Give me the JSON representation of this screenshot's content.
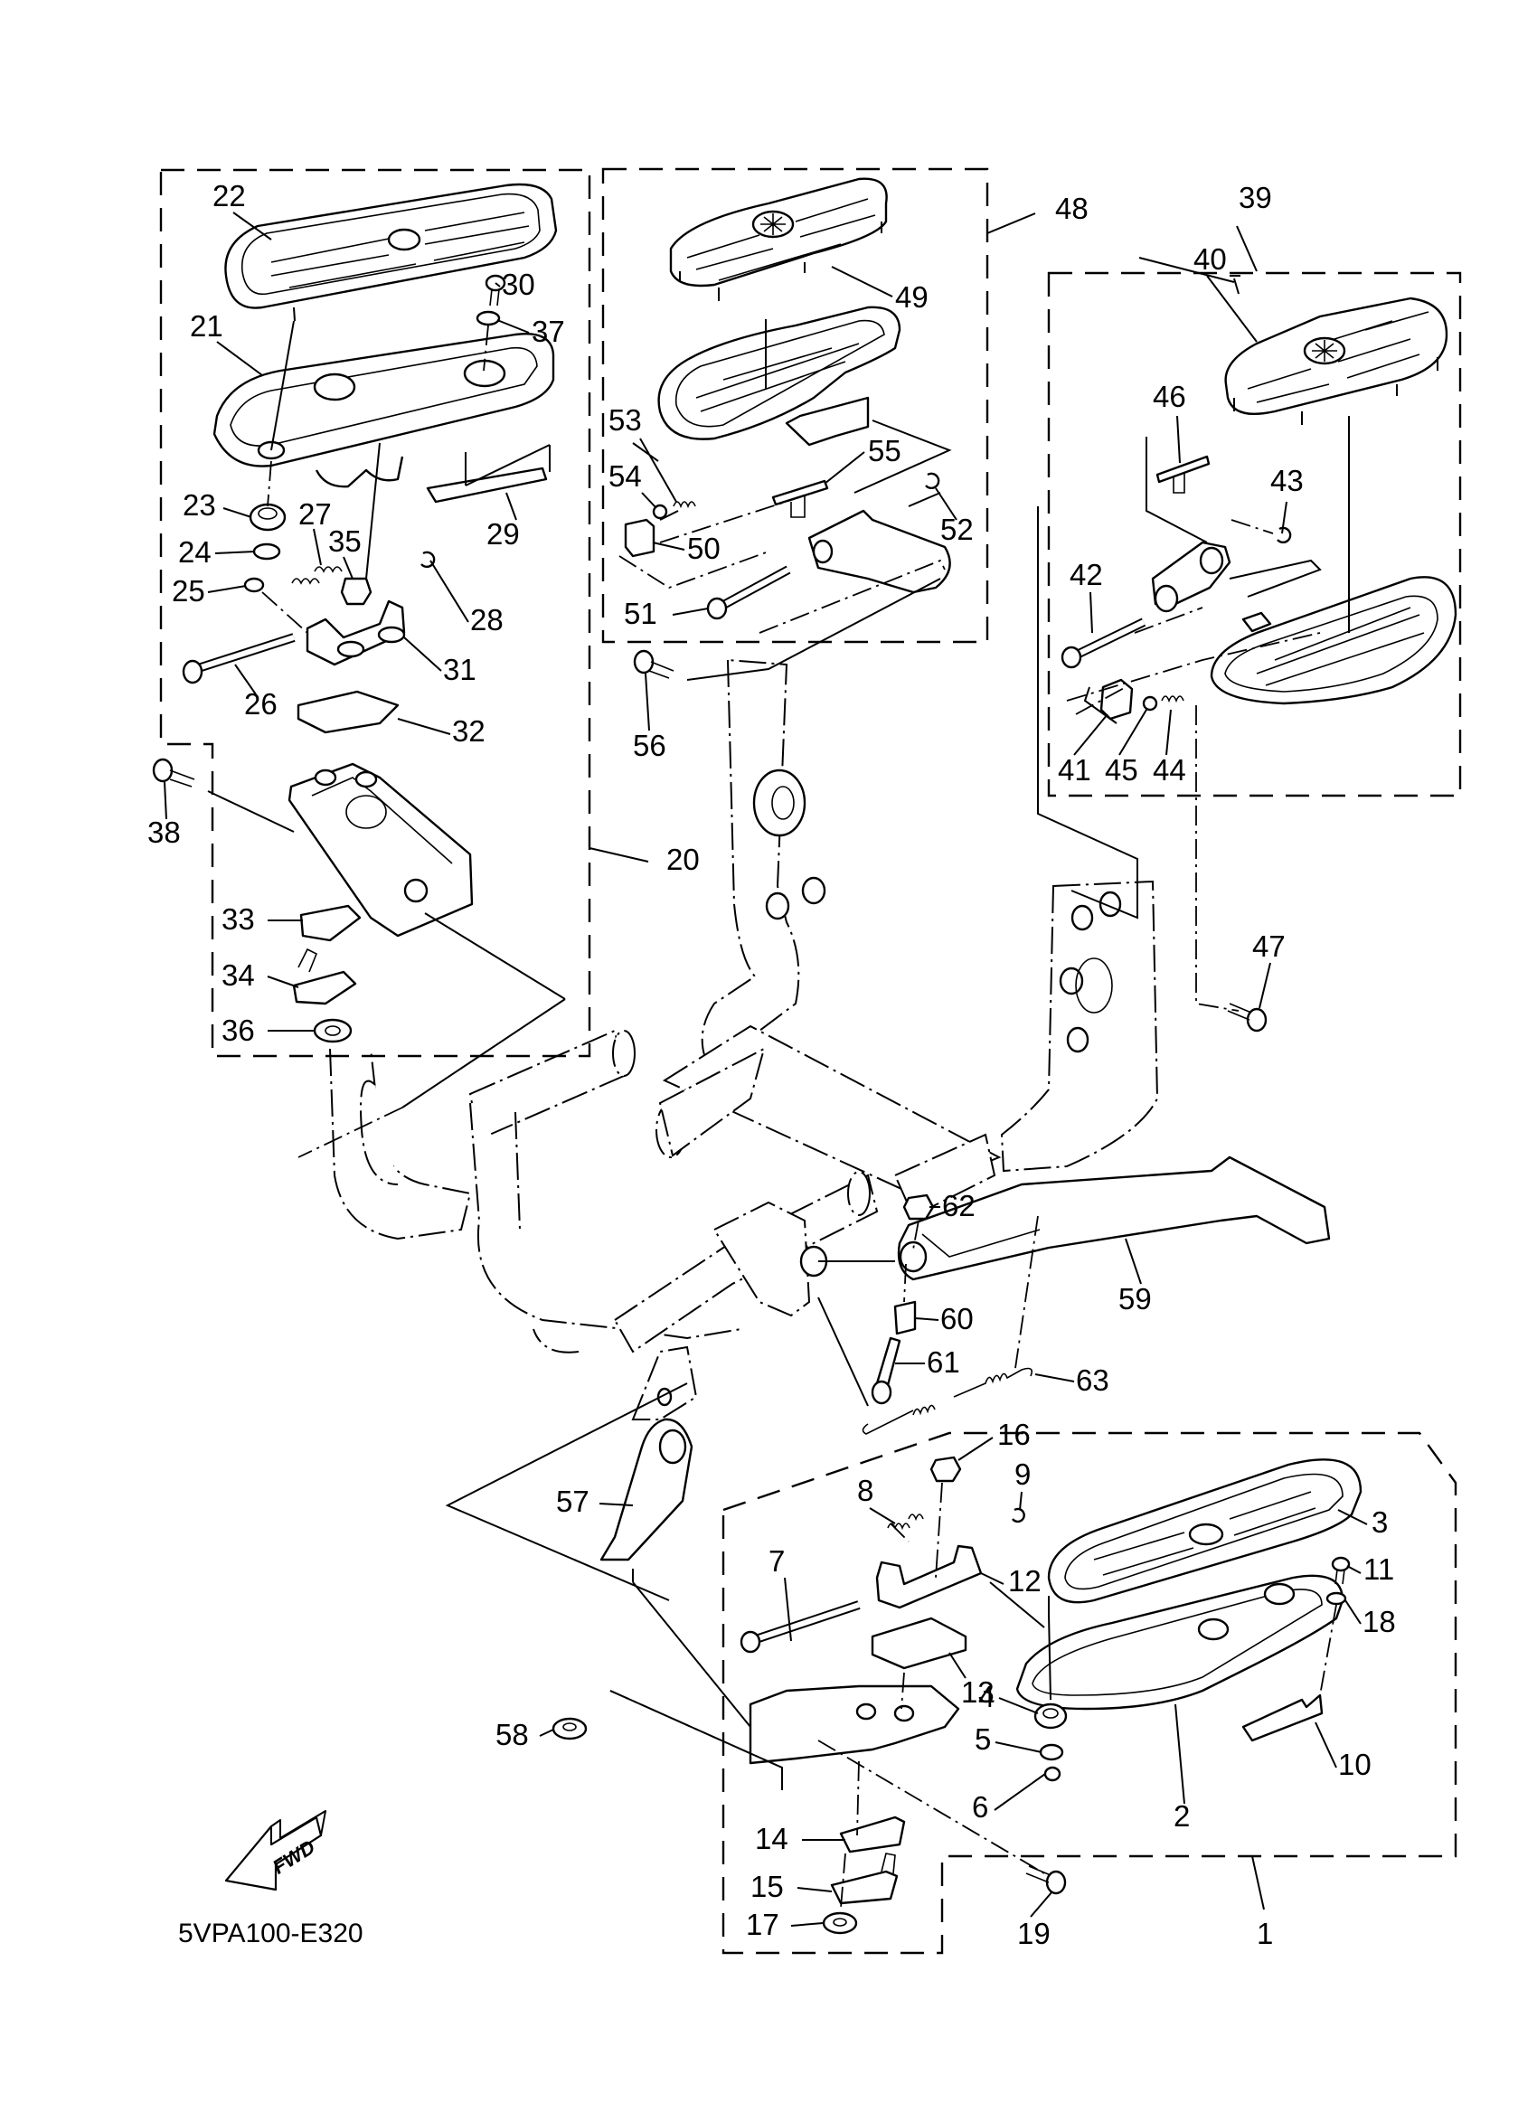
{
  "diagram": {
    "type": "exploded-parts-diagram",
    "subject": "Footrest / floorboard and brake pedal assembly",
    "diagram_code": "5VPA100-E320",
    "direction_marker": "FWD",
    "colors": {
      "line": "#000000",
      "background": "#ffffff"
    }
  },
  "callouts": [
    {
      "id": "1",
      "label": "1"
    },
    {
      "id": "2",
      "label": "2"
    },
    {
      "id": "3",
      "label": "3"
    },
    {
      "id": "4",
      "label": "4"
    },
    {
      "id": "5",
      "label": "5"
    },
    {
      "id": "6",
      "label": "6"
    },
    {
      "id": "7",
      "label": "7"
    },
    {
      "id": "8",
      "label": "8"
    },
    {
      "id": "9",
      "label": "9"
    },
    {
      "id": "10",
      "label": "10"
    },
    {
      "id": "11",
      "label": "11"
    },
    {
      "id": "12",
      "label": "12"
    },
    {
      "id": "13",
      "label": "13"
    },
    {
      "id": "14",
      "label": "14"
    },
    {
      "id": "15",
      "label": "15"
    },
    {
      "id": "16",
      "label": "16"
    },
    {
      "id": "17",
      "label": "17"
    },
    {
      "id": "18",
      "label": "18"
    },
    {
      "id": "19",
      "label": "19"
    },
    {
      "id": "20",
      "label": "20"
    },
    {
      "id": "21",
      "label": "21"
    },
    {
      "id": "22",
      "label": "22"
    },
    {
      "id": "23",
      "label": "23"
    },
    {
      "id": "24",
      "label": "24"
    },
    {
      "id": "25",
      "label": "25"
    },
    {
      "id": "26",
      "label": "26"
    },
    {
      "id": "27",
      "label": "27"
    },
    {
      "id": "28",
      "label": "28"
    },
    {
      "id": "29",
      "label": "29"
    },
    {
      "id": "30",
      "label": "30"
    },
    {
      "id": "31",
      "label": "31"
    },
    {
      "id": "32",
      "label": "32"
    },
    {
      "id": "33",
      "label": "33"
    },
    {
      "id": "34",
      "label": "34"
    },
    {
      "id": "35",
      "label": "35"
    },
    {
      "id": "36",
      "label": "36"
    },
    {
      "id": "37",
      "label": "37"
    },
    {
      "id": "38",
      "label": "38"
    },
    {
      "id": "39",
      "label": "39"
    },
    {
      "id": "40",
      "label": "40"
    },
    {
      "id": "41",
      "label": "41"
    },
    {
      "id": "42",
      "label": "42"
    },
    {
      "id": "43",
      "label": "43"
    },
    {
      "id": "44",
      "label": "44"
    },
    {
      "id": "45",
      "label": "45"
    },
    {
      "id": "46",
      "label": "46"
    },
    {
      "id": "47",
      "label": "47"
    },
    {
      "id": "48",
      "label": "48"
    },
    {
      "id": "49",
      "label": "49"
    },
    {
      "id": "50",
      "label": "50"
    },
    {
      "id": "51",
      "label": "51"
    },
    {
      "id": "52",
      "label": "52"
    },
    {
      "id": "53",
      "label": "53"
    },
    {
      "id": "54",
      "label": "54"
    },
    {
      "id": "55",
      "label": "55"
    },
    {
      "id": "56",
      "label": "56"
    },
    {
      "id": "57",
      "label": "57"
    },
    {
      "id": "58",
      "label": "58"
    },
    {
      "id": "59",
      "label": "59"
    },
    {
      "id": "60",
      "label": "60"
    },
    {
      "id": "61",
      "label": "61"
    },
    {
      "id": "62",
      "label": "62"
    },
    {
      "id": "63",
      "label": "63"
    }
  ],
  "groups": [
    {
      "id": "group-20",
      "label": "20",
      "members": [
        "21",
        "22",
        "23",
        "24",
        "25",
        "26",
        "27",
        "28",
        "29",
        "30",
        "31",
        "32",
        "33",
        "34",
        "35",
        "36",
        "37",
        "38"
      ]
    },
    {
      "id": "group-48",
      "label": "48",
      "members": [
        "49",
        "50",
        "51",
        "52",
        "53",
        "54",
        "55"
      ]
    },
    {
      "id": "group-39",
      "label": "39",
      "members": [
        "40",
        "41",
        "42",
        "43",
        "44",
        "45",
        "46"
      ]
    },
    {
      "id": "group-1",
      "label": "1",
      "members": [
        "2",
        "3",
        "4",
        "5",
        "6",
        "7",
        "8",
        "9",
        "10",
        "11",
        "12",
        "13",
        "14",
        "15",
        "16",
        "17",
        "18"
      ]
    }
  ]
}
